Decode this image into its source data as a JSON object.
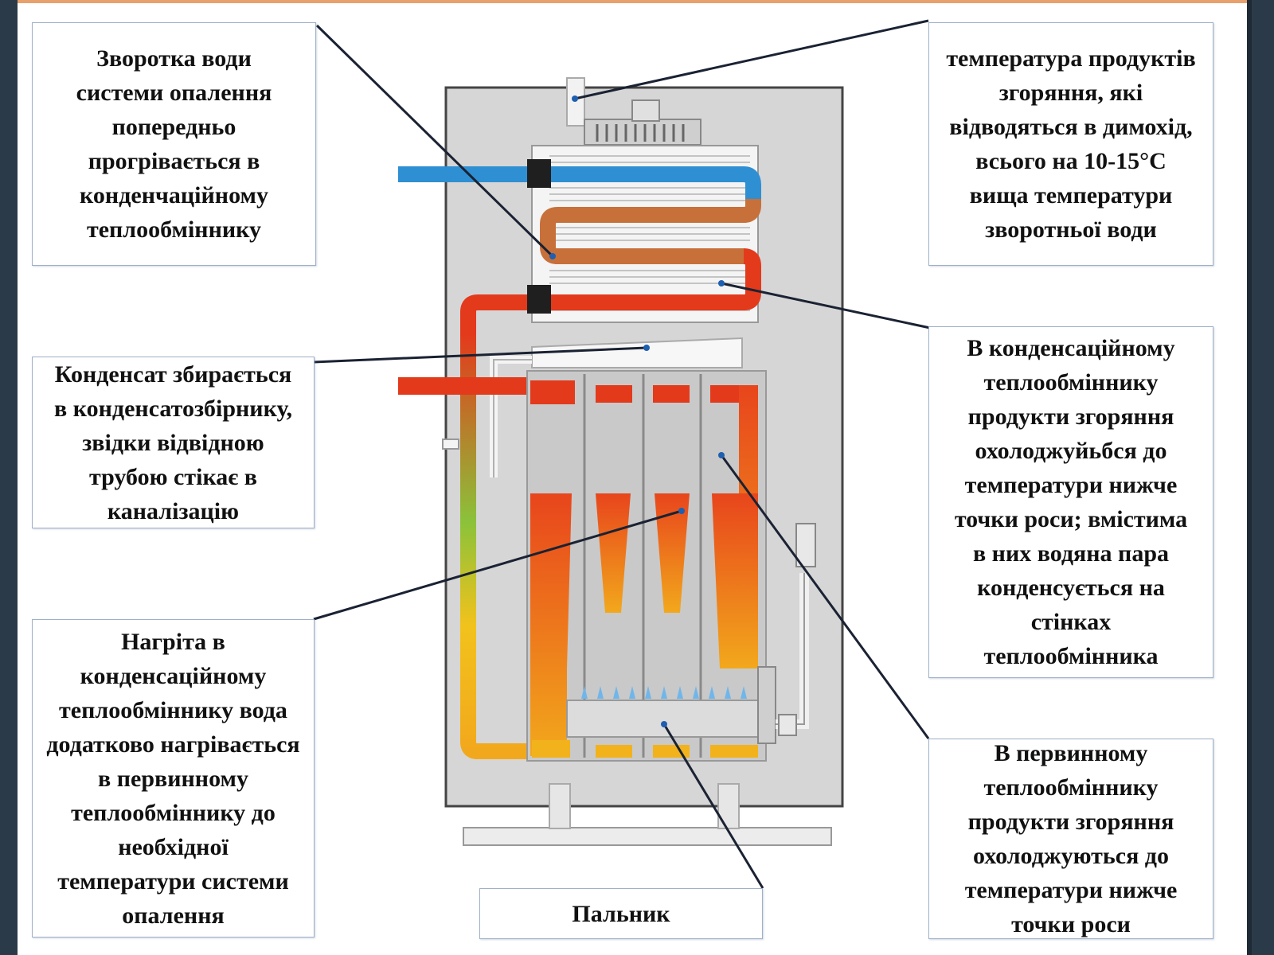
{
  "callouts": {
    "return_water": "Зворотка води\nсистеми опалення\nпопередньо\nпрогрівається в\nконденчаційному\nтеплообміннику",
    "flue_temp": "температура продуктів\nзгоряння, які\nвідводяться в димохід,\nвсього на 10-15°С\nвища температури\nзворотньої води",
    "condensate": "Конденсат збирається\nв конденсатозбірнику,\nзвідки відвідною\nтрубою стікає в\nканалізацію",
    "condensing_hx": "В конденсаційному\nтеплообміннику\nпродукти згоряння\nохолоджуйьбся до\nтемператури нижче\nточки роси; вмістима\nв них водяна пара\nконденсується на\nстінках\nтеплообмінника",
    "heated_water": "Нагріта в\nконденсаційному\nтеплообміннику вода\nдодатково нагрівається\nв первинному\nтеплообміннику до\nнеобхідної\nтемператури системи\nопалення",
    "primary_hx": "В первинному\nтеплообміннику\nпродукти згоряння\nохолоджуються до\nтемператури нижче\nточки роси",
    "burner": "Пальник"
  },
  "colors": {
    "cold_pipe": "#2f8fd3",
    "return_pipe": "#c8703a",
    "hot_pipe": "#e33a1c",
    "flame_top": "#e8451c",
    "flame_bottom": "#f2a81c",
    "casing": "#d9d9d9",
    "leader_line": "#1a2233"
  }
}
